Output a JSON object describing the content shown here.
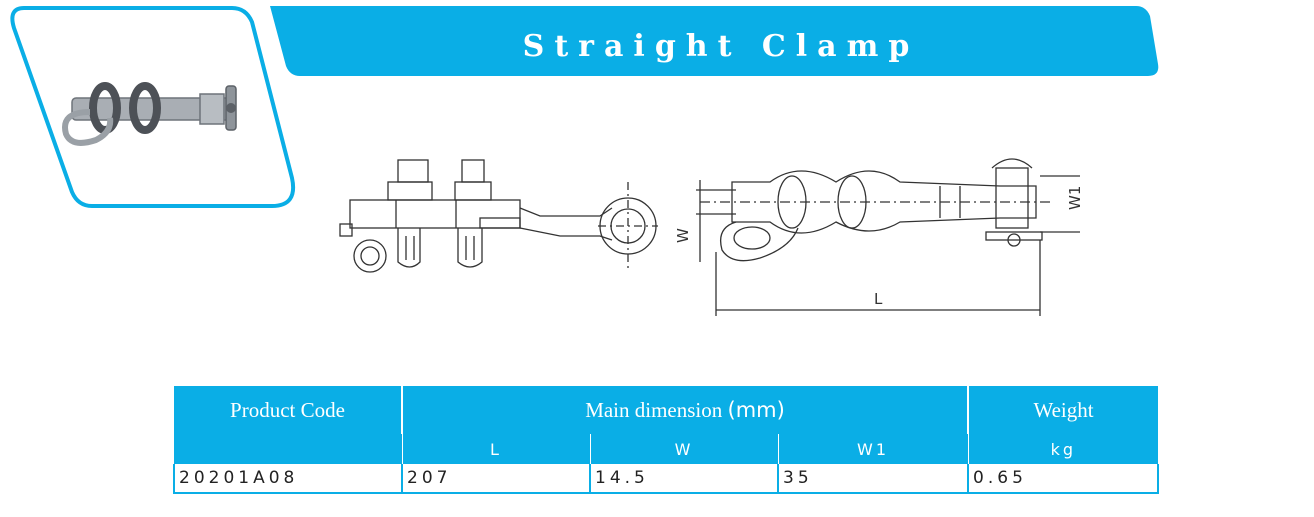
{
  "title": "Straight Clamp",
  "colors": {
    "accent": "#0aaee6",
    "text": "#222222",
    "line": "#333333"
  },
  "drawing": {
    "label_w": "W",
    "label_w1": "W1",
    "label_l": "L"
  },
  "table": {
    "header": {
      "product_code": "Product Code",
      "main_dimension": "Main dimension",
      "unit": "(mm)",
      "weight": "Weight"
    },
    "subheader": {
      "l": "L",
      "w": "W",
      "w1": "W1",
      "kg": "kg"
    },
    "rows": [
      {
        "code": "20201A08",
        "l": "207",
        "w": "14.5",
        "w1": "35",
        "weight": "0.65"
      }
    ]
  }
}
